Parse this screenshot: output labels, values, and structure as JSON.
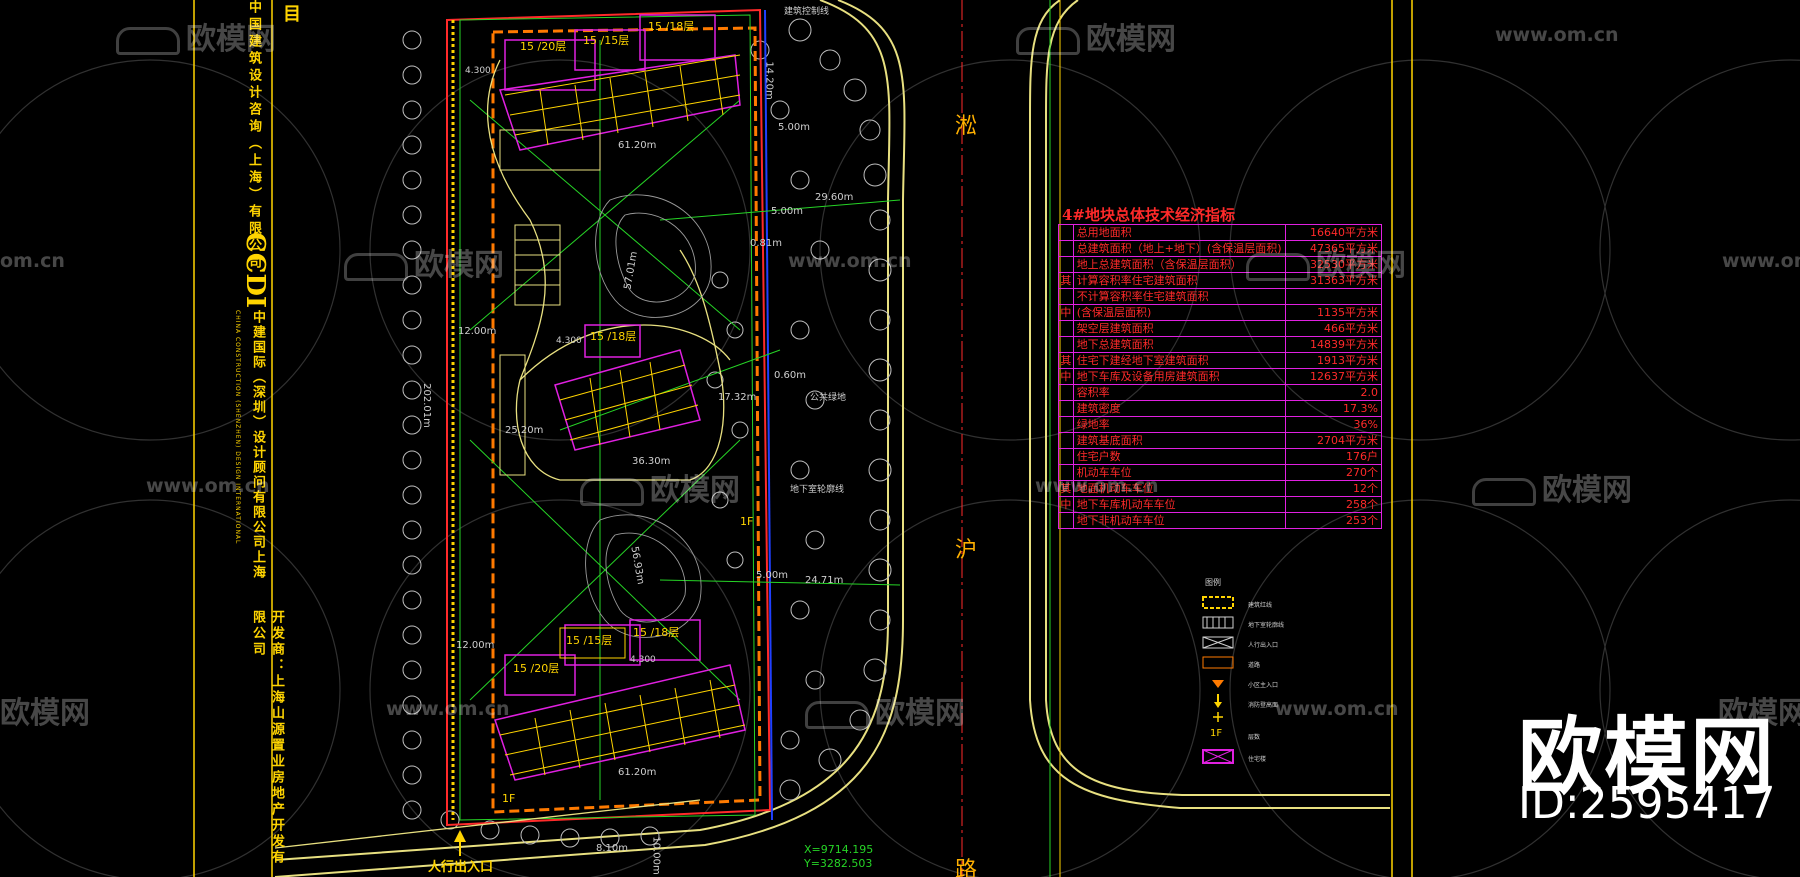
{
  "left_panel": {
    "company_line_1": "中国建筑设计咨询（上海）有限公司",
    "logo": "CCDI",
    "company_line_2": "中建国际（深圳）设计顾问有限公司上海",
    "company_line_2_en": "CHINA CONSTRUCTION (SHENZHEN) DESIGN INTERNATIONAL",
    "developer_line": "开发商：上海山源置业房地产开发有限公司",
    "corner_glyph": "目"
  },
  "plan": {
    "north_block_top": "15 /20层",
    "north_block_mid": "15 /15层",
    "north_block_right": "15 /18层",
    "middle_block": "15 /18层",
    "south_block_top": "15 /15层",
    "south_block_left": "15 /20层",
    "south_block_right": "15 /18层",
    "dim_6120": "61.20m",
    "dim_6120b": "61.20m",
    "dim_5701": "57.01m",
    "dim_5693": "56.93m",
    "dim_3630": "36.30m",
    "dim_2520": "25.20m",
    "dim_2960": "29.60m",
    "dim_2471": "24.71m",
    "dim_1732": "17.32m",
    "dim_1200a": "12.00m",
    "dim_1200b": "12.00m",
    "dim_1420": "14.20m",
    "dim_1000": "10.00m",
    "dim_500a": "5.00m",
    "dim_500b": "5.00m",
    "dim_500c": "5.00m",
    "dim_060": "0.60m",
    "dim_081": "0.81m",
    "dim_810": "8.10m",
    "dim_20201": "202.01m",
    "elev_4300a": "4.300",
    "elev_4300b": "4.300",
    "elev_4300c": "4.300",
    "floor_1f_a": "1F",
    "floor_1f_b": "1F",
    "entrance": "人行出入口",
    "coord_x": "X=9714.195",
    "coord_y": "Y=3282.503",
    "note_underground": "地下室轮廓线",
    "note_green": "公共绿地",
    "note_building_line": "建筑控制线",
    "road_chars": [
      "淞",
      "沪",
      "路"
    ]
  },
  "indicator_table": {
    "title": "4#地块总体技术经济指标",
    "rows": [
      {
        "k": "",
        "label": "总用地面积",
        "value": "16640平方米"
      },
      {
        "k": "",
        "label": "总建筑面积（地上+地下）(含保温层面积)",
        "value": "47365平方米"
      },
      {
        "k": "",
        "label": "地上总建筑面积（含保温层面积）",
        "value": "32530平方米"
      },
      {
        "k": "其",
        "label": "计算容积率住宅建筑面积",
        "value": "31363平方米"
      },
      {
        "k": "",
        "label": "不计算容积率住宅建筑面积",
        "value": ""
      },
      {
        "k": "中",
        "label": "(含保温层面积)",
        "value": "1135平方米"
      },
      {
        "k": "",
        "label": "架空层建筑面积",
        "value": "466平方米"
      },
      {
        "k": "",
        "label": "地下总建筑面积",
        "value": "14839平方米"
      },
      {
        "k": "其",
        "label": "住宅下建经地下室建筑面积",
        "value": "1913平方米"
      },
      {
        "k": "中",
        "label": "地下车库及设备用房建筑面积",
        "value": "12637平方米"
      },
      {
        "k": "",
        "label": "容积率",
        "value": "2.0"
      },
      {
        "k": "",
        "label": "建筑密度",
        "value": "17.3%"
      },
      {
        "k": "",
        "label": "绿地率",
        "value": "36%"
      },
      {
        "k": "",
        "label": "建筑基底面积",
        "value": "2704平方米"
      },
      {
        "k": "",
        "label": "住宅户数",
        "value": "176户"
      },
      {
        "k": "",
        "label": "机动车车位",
        "value": "270个"
      },
      {
        "k": "其",
        "label": "地面机动车车位",
        "value": "12个"
      },
      {
        "k": "中",
        "label": "地下车库机动车车位",
        "value": "258个"
      },
      {
        "k": "",
        "label": "地下非机动车车位",
        "value": "253个"
      }
    ]
  },
  "legend": {
    "title": "图例",
    "items": [
      "建筑红线",
      "地下室轮廓线",
      "人行出入口",
      "道路",
      "小区主入口",
      "消防登高面",
      "层数",
      "住宅楼"
    ],
    "floor_mark": "1F"
  },
  "watermark": {
    "text": "欧模网",
    "url": "www.om.cn",
    "url_short": "om.cn",
    "brand": "欧模网",
    "id": "ID:2595417"
  },
  "colors": {
    "cad_yellow": "#ffd400",
    "cad_orange": "#ff7a00",
    "cad_magenta": "#e020e0",
    "cad_red": "#ff2a2a",
    "cad_green": "#26d426",
    "cad_cyan": "#20c0ff"
  }
}
